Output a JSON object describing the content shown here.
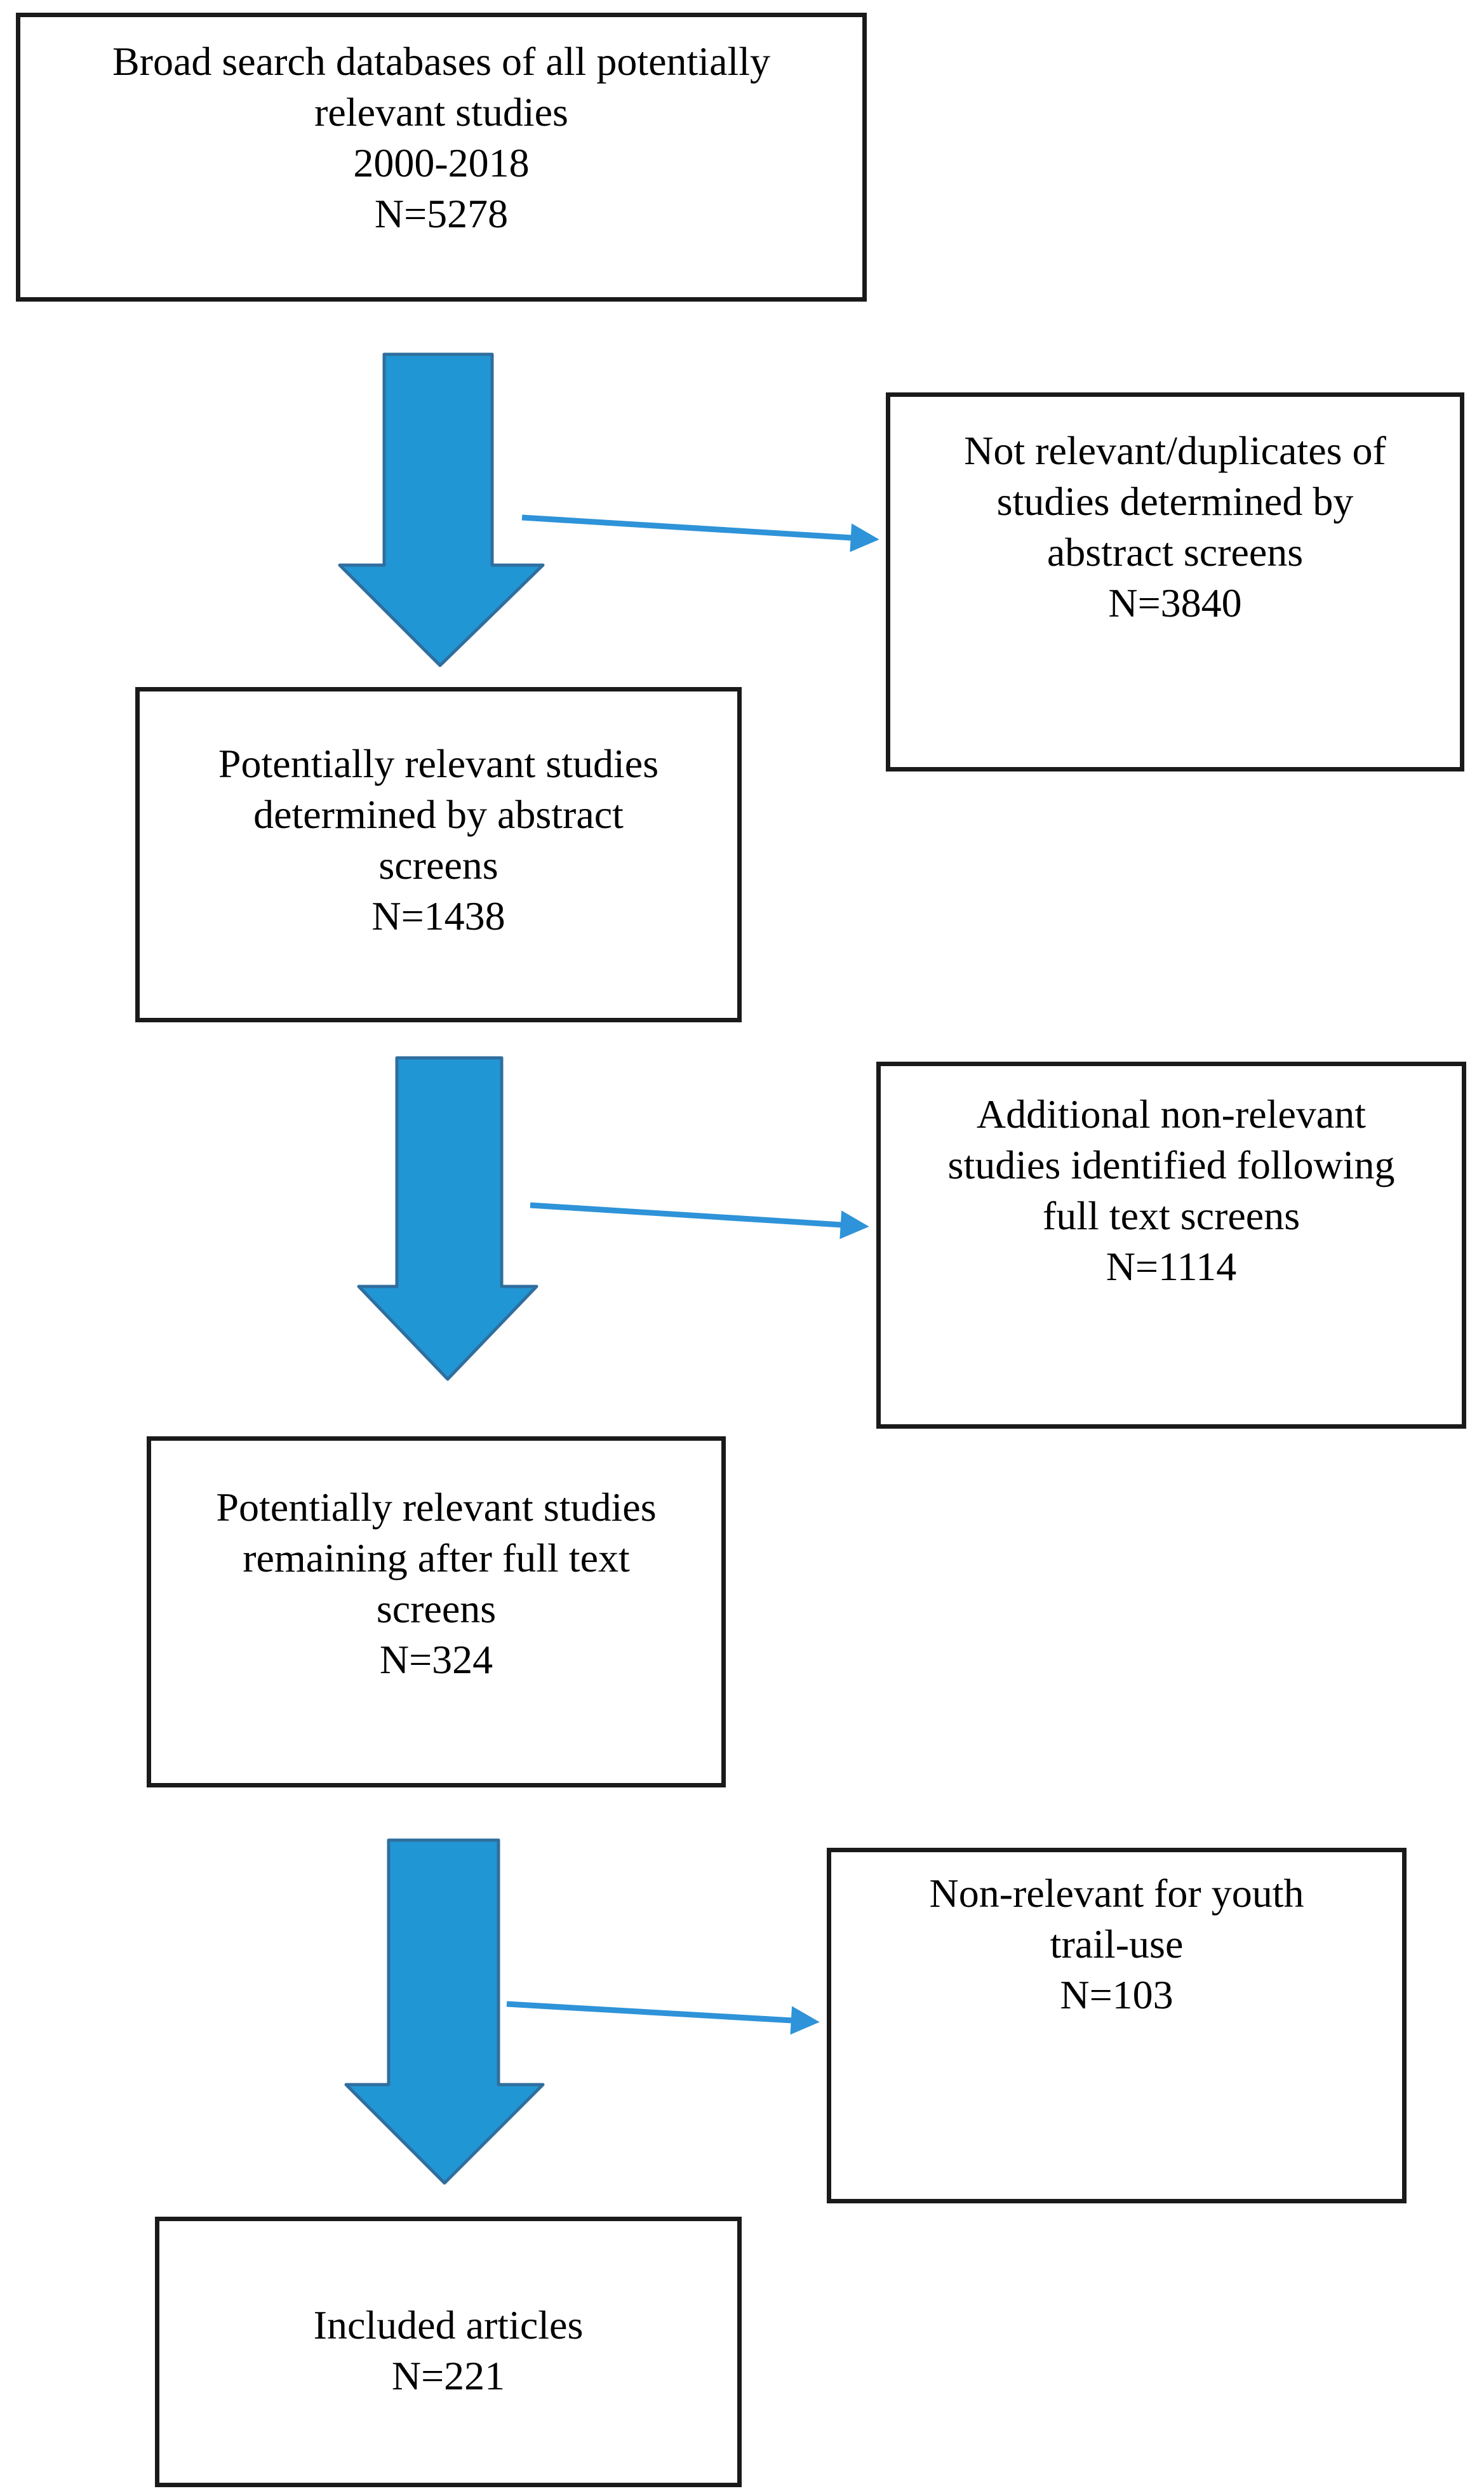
{
  "colors": {
    "background": "#ffffff",
    "box_border": "#1a1a1a",
    "text": "#000000",
    "arrow_fill": "#2196d4",
    "arrow_outline": "#2f6e9e",
    "connector": "#2e93d8"
  },
  "boxes": {
    "source": {
      "text": "Broad search databases of all potentially\nrelevant studies\n2000-2018\nN=5278",
      "n": "N=5278"
    },
    "excluded_abstract": {
      "text": "Not relevant/duplicates of\nstudies determined by\nabstract screens\nN=3840",
      "n": "N=3840"
    },
    "abstract_screen": {
      "text": "Potentially relevant studies\ndetermined by abstract\nscreens\nN=1438",
      "n": "N=1438"
    },
    "excluded_fulltext": {
      "text": "Additional non-relevant\nstudies identified following\nfull text screens\nN=1114",
      "n": "N=1114"
    },
    "fulltext_remaining": {
      "text": "Potentially relevant studies\nremaining after full text\nscreens\nN=324",
      "n": "N=324"
    },
    "excluded_youth": {
      "text": "Non-relevant for youth\ntrail-use\nN=103",
      "n": "N=103"
    },
    "included": {
      "text": "Included articles\nN=221",
      "n": "N=221"
    }
  }
}
